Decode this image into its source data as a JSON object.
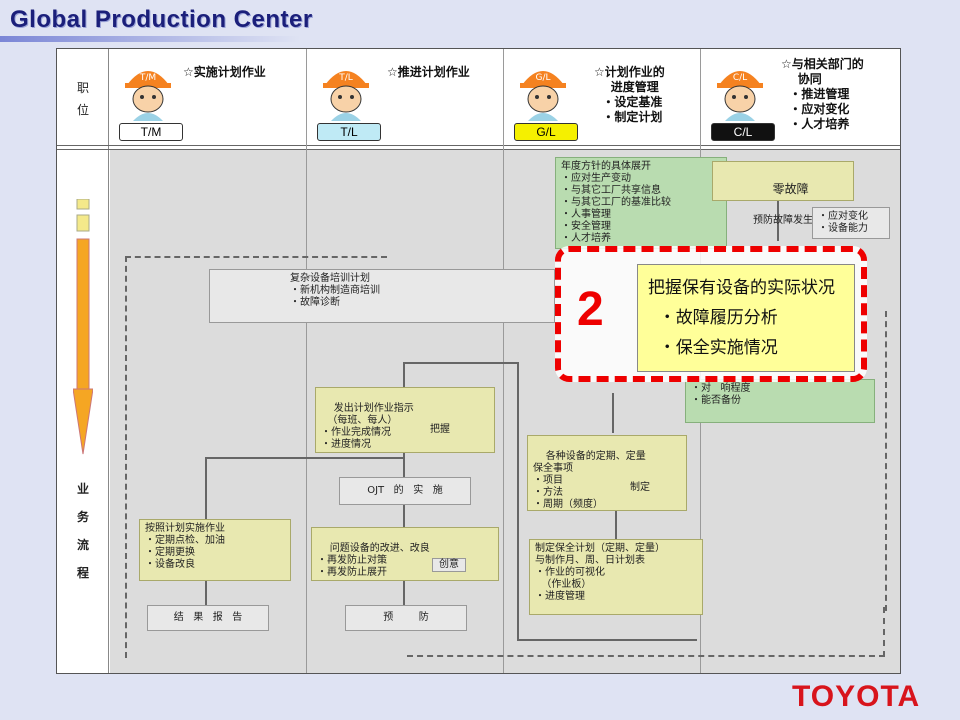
{
  "header": {
    "title": "Global Production Center"
  },
  "left_labels": {
    "position": "职\n位",
    "flow": "业\n务\n流\n程"
  },
  "roles": [
    {
      "helmet": "T/M",
      "badge": "T/M",
      "badge_color": "#ffffff",
      "desc": "☆实施计划作业"
    },
    {
      "helmet": "T/L",
      "badge": "T/L",
      "badge_color": "#bfeaf5",
      "desc": "☆推进计划作业"
    },
    {
      "helmet": "G/L",
      "badge": "G/L",
      "badge_color": "#f5f000",
      "desc": "☆计划作业的\n    进度管理\n  ・设定基准\n  ・制定计划"
    },
    {
      "helmet": "C/L",
      "badge": "C/L",
      "badge_color": "#111111",
      "desc": "☆与相关部门的\n    协同\n  ・推进管理\n  ・应对变化\n  ・人才培养"
    }
  ],
  "boxes": {
    "annual": "年度方针的具体展开\n・应对生产变动\n・与其它工厂共享信息\n・与其它工厂的基准比较\n・人事管理\n・安全管理\n・人才培养",
    "zero_fault": "零故障",
    "zero_fault_sub": "预防故障发生",
    "respond": "・应对变化\n・设备能力",
    "training": "复杂设备培训计划\n・新机构制造商培训\n・故障诊断",
    "green_partial": "・对   响程度\n・能否备份",
    "instruction": "发出计划作业指示\n  （每班、每人）\n・作业完成情况\n・进度情况",
    "grasp": "把握",
    "ojt": "OJT   的   实   施",
    "items": "各种设备的定期、定量\n保全事项\n・项目\n・方法\n・周期（频度）",
    "define": "制定",
    "execute": "按照计划实施作业\n・定期点检、加油\n・定期更换\n・设备改良",
    "problem": "问题设备的改进、改良\n・再发防止对策\n・再发防止展开",
    "creative": "创意",
    "plan": "制定保全计划（定期、定量）\n与制作月、周、日计划表\n・作业的可视化\n  （作业板）\n・进度管理",
    "report": "结   果   报   告",
    "prevent": "预        防"
  },
  "callout": {
    "number": "2",
    "text": "把握保有设备的实际状况\n  ・故障履历分析\n  ・保全实施情况"
  },
  "footer": {
    "logo": "TOYOTA"
  }
}
